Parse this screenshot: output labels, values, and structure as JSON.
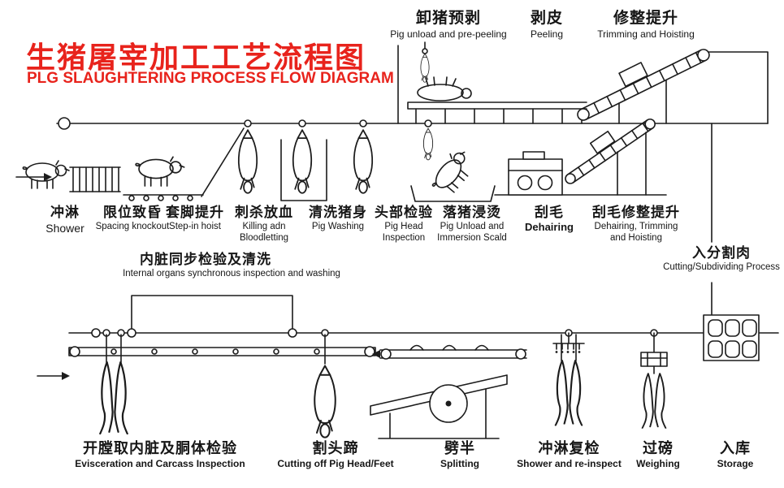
{
  "title": {
    "zh": "生猪屠宰加工工艺流程图",
    "en": "PLG SLAUGHTERING PROCESS FLOW DIAGRAM"
  },
  "colors": {
    "title_red": "#e8231c",
    "ink": "#1c1c1c",
    "background": "#ffffff"
  },
  "top_row": [
    {
      "id": "pre-peeling",
      "zh": "卸猪预剥",
      "en": "Pig unload and pre-peeling"
    },
    {
      "id": "peeling",
      "zh": "剥皮",
      "en": "Peeling"
    },
    {
      "id": "trimming-hoisting",
      "zh": "修整提升",
      "en": "Trimming and Hoisting"
    }
  ],
  "line1_row": [
    {
      "id": "shower",
      "zh": "冲淋",
      "en": "Shower"
    },
    {
      "id": "spacing-knockout",
      "zh": "限位致昏",
      "en": "Spacing knockout"
    },
    {
      "id": "step-in-hoist",
      "zh": "套脚提升",
      "en": "Step-in hoist"
    },
    {
      "id": "killing-bloodletting",
      "zh": "刺杀放血",
      "en": "Killing adn\nBloodletting"
    },
    {
      "id": "pig-washing",
      "zh": "清洗猪身",
      "en": "Pig Washing"
    },
    {
      "id": "head-inspection",
      "zh": "头部检验",
      "en": "Pig Head\nInspection"
    },
    {
      "id": "immersion-scald",
      "zh": "落猪浸烫",
      "en": "Pig Unload and\nImmersion Scald"
    },
    {
      "id": "dehairing",
      "zh": "刮毛",
      "en": "Dehairing"
    },
    {
      "id": "dehairing-trimming-hoisting",
      "zh": "刮毛修整提升",
      "en": "Dehairing, Trimming\nand Hoisting"
    }
  ],
  "mid_row": [
    {
      "id": "internal-organs",
      "zh": "内脏同步检验及清洗",
      "en": "Internal organs synchronous inspection and washing"
    },
    {
      "id": "cutting-subdividing",
      "zh": "入分割肉",
      "en": "Cutting/Subdividing Process"
    }
  ],
  "bottom_row": [
    {
      "id": "evisceration",
      "zh": "开膛取内脏及胴体检验",
      "en": "Evisceration and Carcass Inspection"
    },
    {
      "id": "cutting-head-feet",
      "zh": "割头蹄",
      "en": "Cutting off Pig Head/Feet"
    },
    {
      "id": "splitting",
      "zh": "劈半",
      "en": "Splitting"
    },
    {
      "id": "shower-reinspect",
      "zh": "冲淋复检",
      "en": "Shower and re-inspect"
    },
    {
      "id": "weighing",
      "zh": "过磅",
      "en": "Weighing"
    },
    {
      "id": "storage",
      "zh": "入库",
      "en": "Storage"
    }
  ],
  "pictograms": [
    "live-pig",
    "stunning-fence",
    "hanging-carcass",
    "bleeding-trough",
    "pig-on-table",
    "scalding-tank",
    "dehairing-machine",
    "inclined-hoist",
    "overhead-rail",
    "splitting-saw",
    "split-carcass",
    "shower-pipe",
    "weighing-scale",
    "storage-rack",
    "flow-arrow"
  ]
}
